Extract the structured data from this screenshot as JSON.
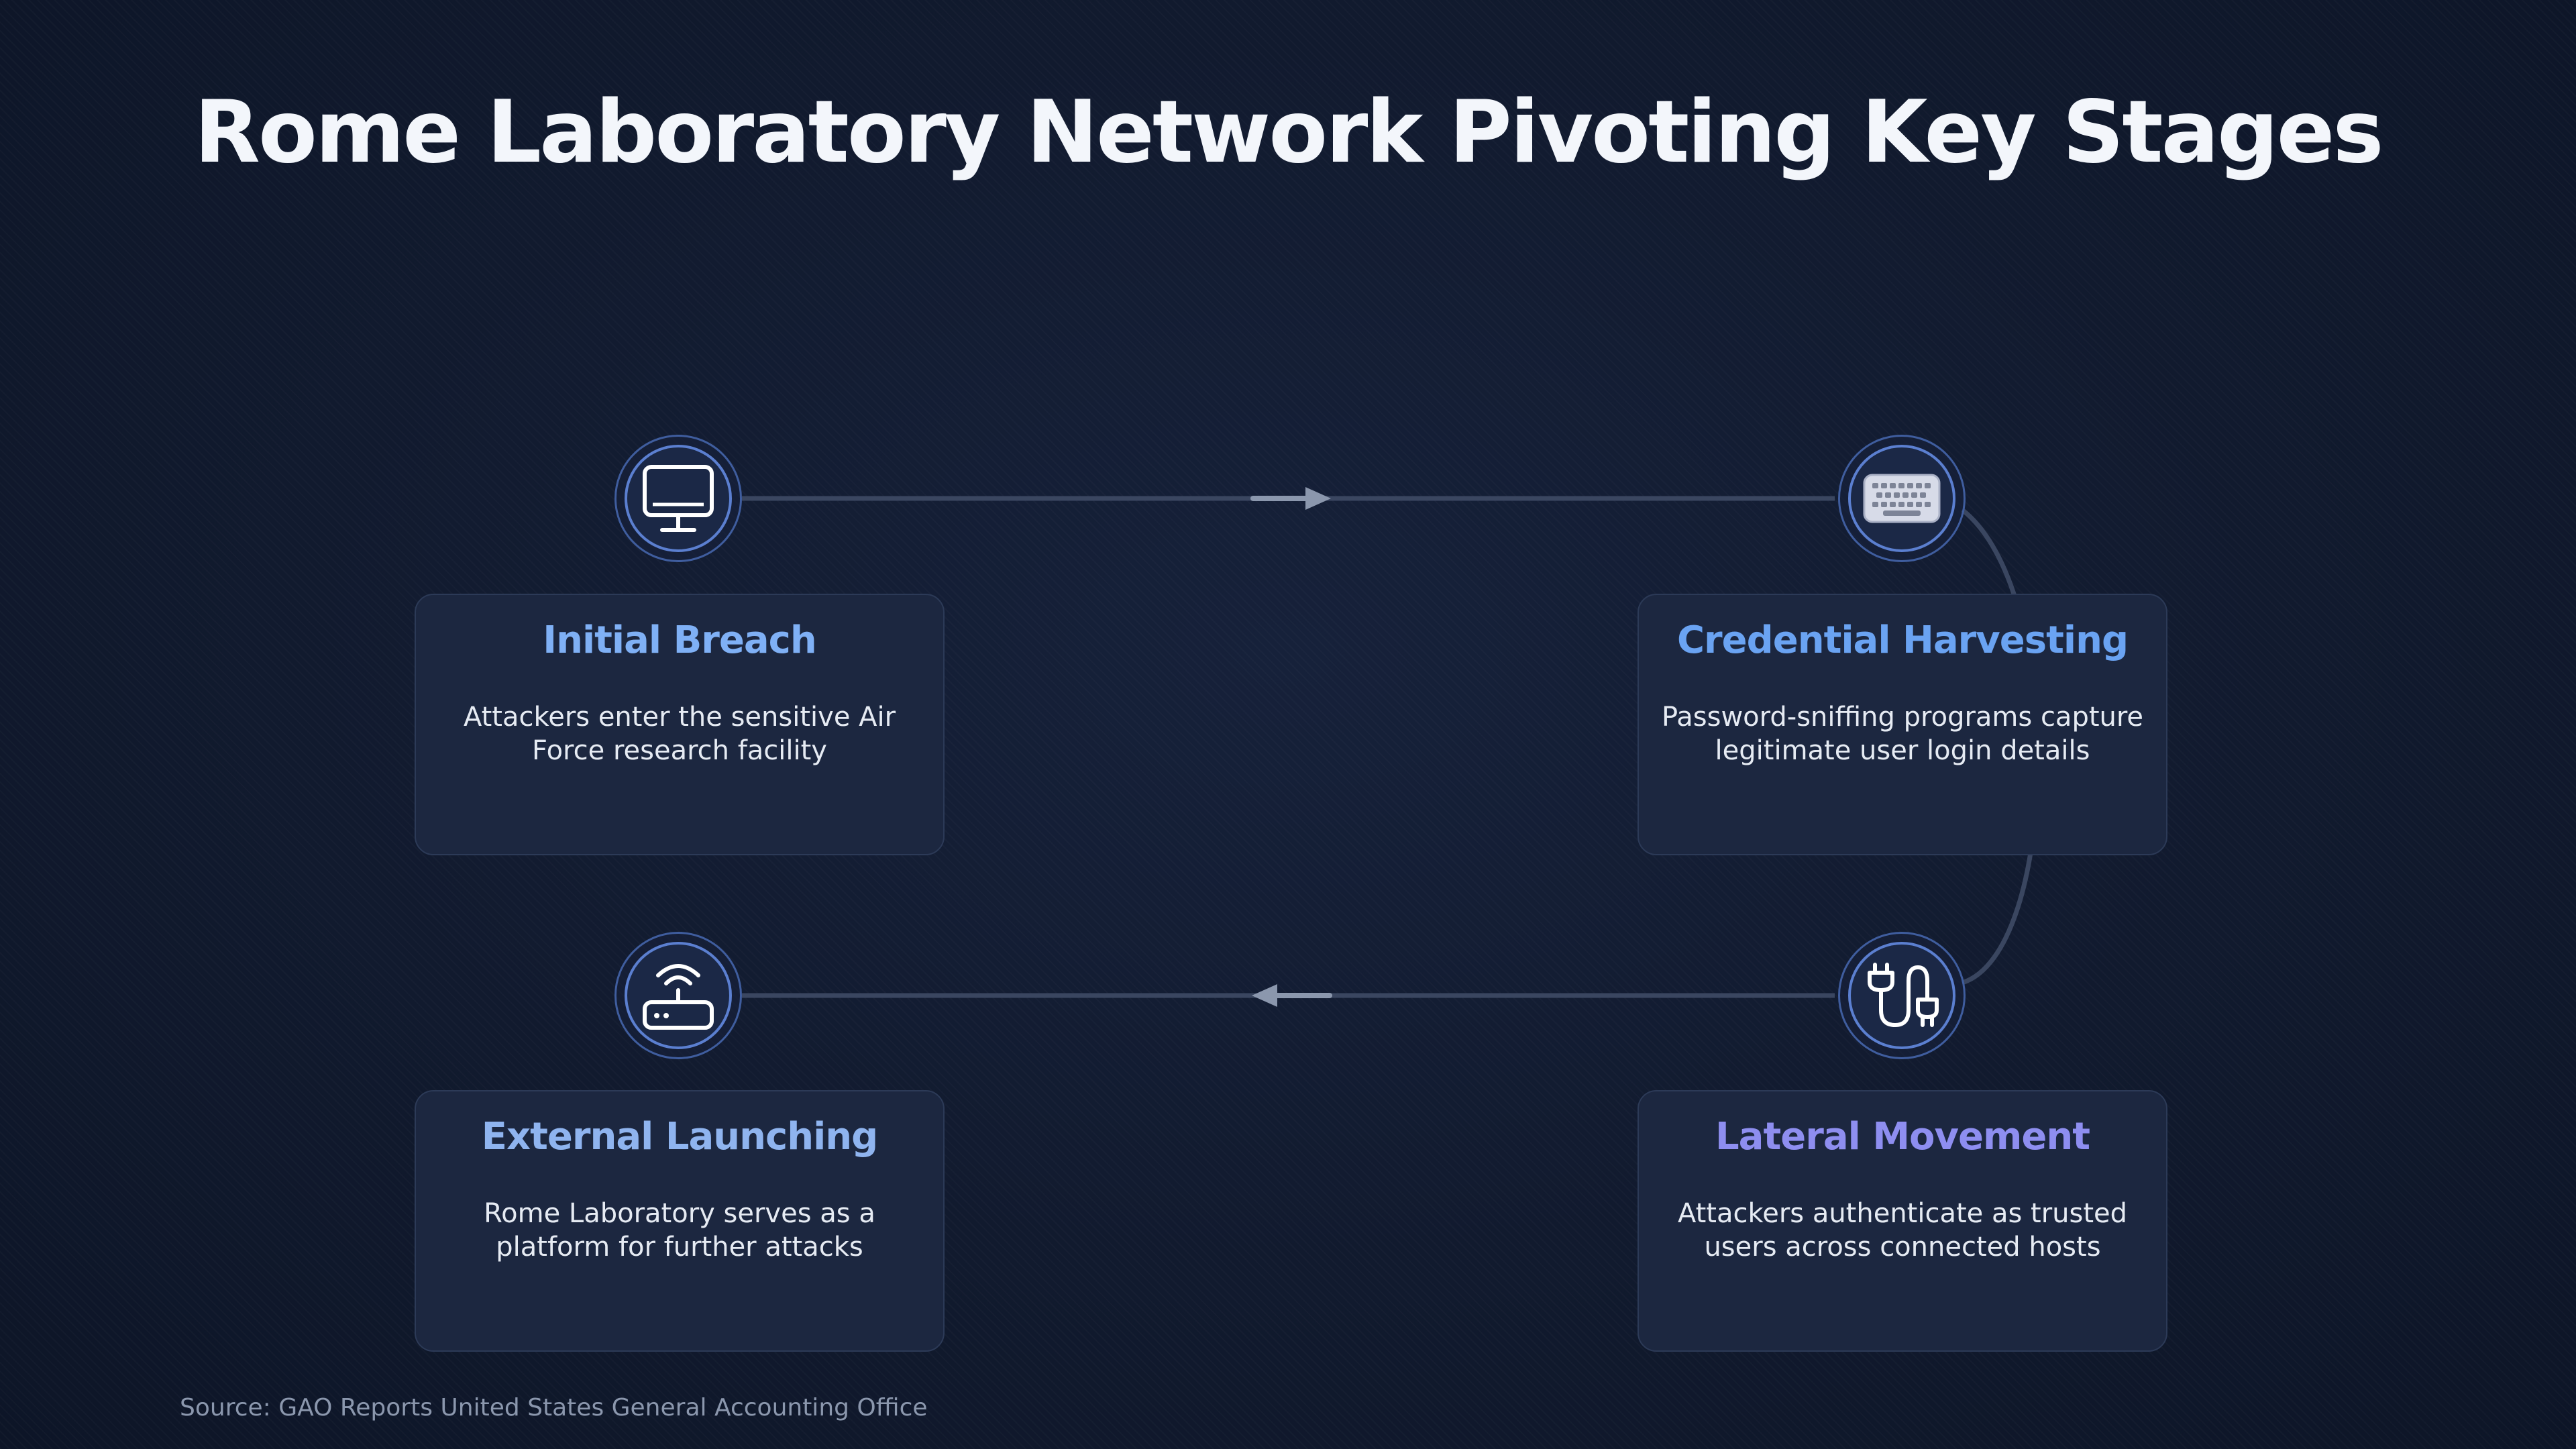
{
  "title": "Rome Laboratory Network Pivoting Key Stages",
  "stages": [
    {
      "heading": "Initial Breach",
      "description": "Attackers enter the sensitive Air Force research facility",
      "icon": "monitor-icon",
      "color": "#7fb0f5"
    },
    {
      "heading": "Credential Harvesting",
      "description": "Password-sniffing programs capture legitimate user login details",
      "icon": "keyboard-icon",
      "color": "#6aa3f2"
    },
    {
      "heading": "Lateral Movement",
      "description": "Attackers authenticate as trusted users across connected hosts",
      "icon": "plug-cable-icon",
      "color": "#8e8ef0"
    },
    {
      "heading": "External Launching",
      "description": "Rome Laboratory serves as a platform for further attacks",
      "icon": "router-icon",
      "color": "#8fb4ef"
    }
  ],
  "source": "Source: GAO Reports United States General Accounting Office",
  "colors": {
    "background": "#111a2e",
    "connector": "#3a4660",
    "arrow": "#8b97ad",
    "ring": "#5b7fd0"
  }
}
